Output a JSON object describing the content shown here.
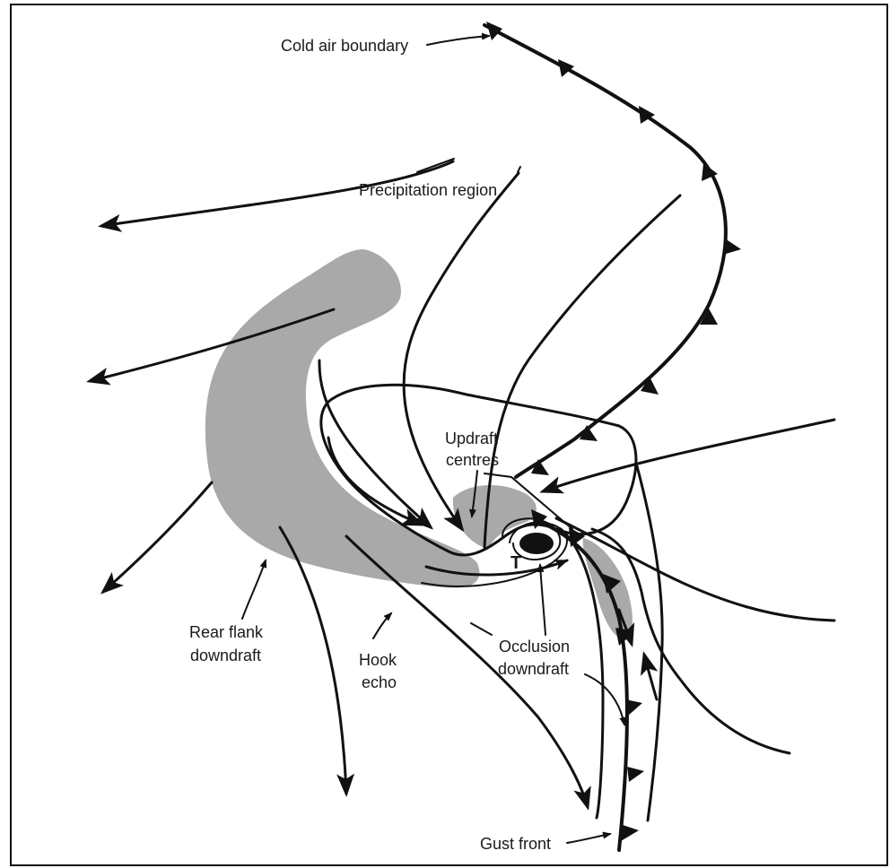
{
  "labels": {
    "cold_air_boundary": "Cold air boundary",
    "precipitation_region": "Precipitation region",
    "updraft_centres_1": "Updraft",
    "updraft_centres_2": "centres",
    "rear_flank_1": "Rear flank",
    "rear_flank_2": "downdraft",
    "hook_echo_1": "Hook",
    "hook_echo_2": "echo",
    "occlusion_1": "Occlusion",
    "occlusion_2": "downdraft",
    "gust_front": "Gust front",
    "tornado_marker": "T"
  },
  "colors": {
    "ink": "#111111",
    "shading": "#a9a9a9",
    "background": "#ffffff"
  }
}
